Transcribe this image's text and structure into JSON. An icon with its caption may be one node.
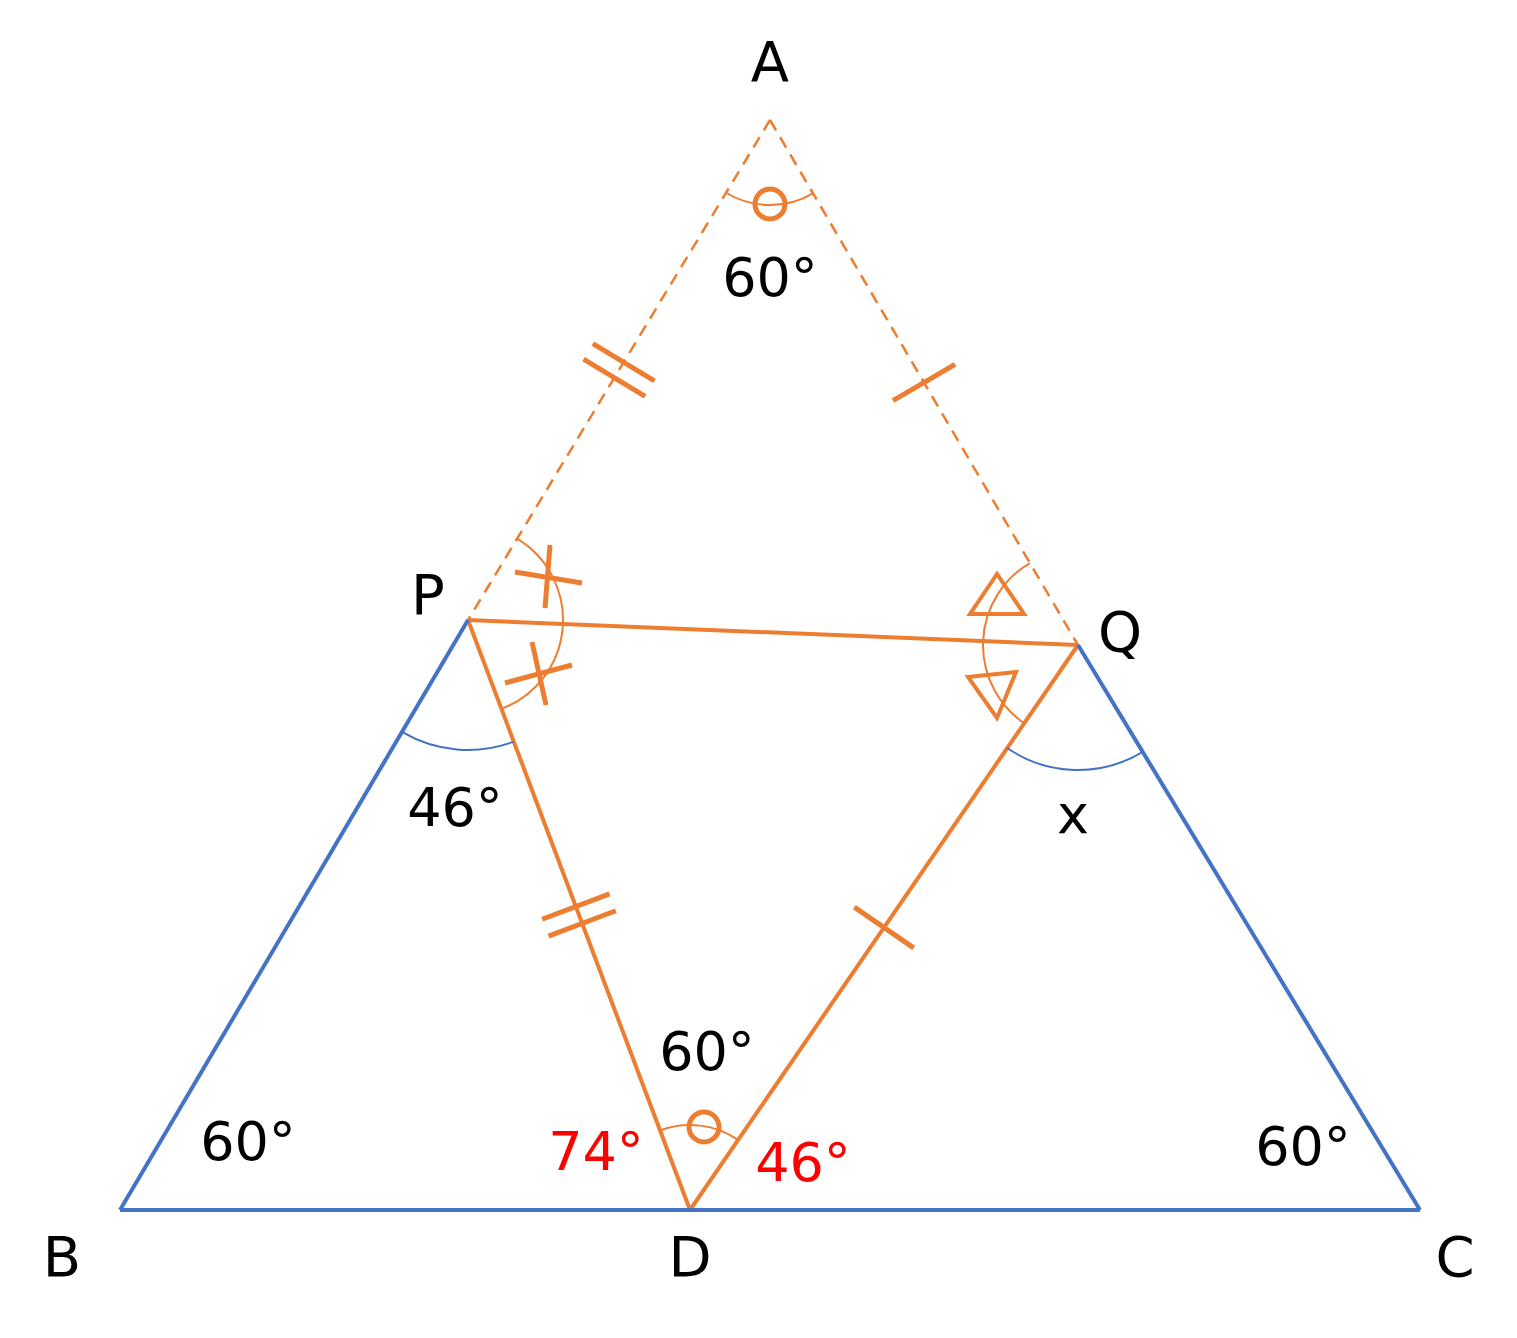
{
  "diagram": {
    "nodes": [
      {
        "text": [
          "A"
        ]
      },
      {
        "text": [
          "P"
        ]
      },
      {
        "text": [
          "Q"
        ]
      },
      {
        "text": [
          "B"
        ]
      },
      {
        "text": [
          "D"
        ]
      },
      {
        "text": [
          "C"
        ]
      }
    ],
    "edges": [
      {
        "from": 0,
        "to": 1,
        "arrow": "none",
        "style": "dashed"
      },
      {
        "from": 0,
        "to": 2,
        "arrow": "none",
        "style": "dashed"
      },
      {
        "from": 1,
        "to": 2,
        "arrow": "none"
      },
      {
        "from": 1,
        "to": 4,
        "arrow": "none"
      },
      {
        "from": 2,
        "to": 4,
        "arrow": "none"
      },
      {
        "from": 1,
        "to": 3,
        "arrow": "none",
        "color": "#4472c4"
      },
      {
        "from": 2,
        "to": 5,
        "arrow": "none",
        "color": "#4472c4"
      },
      {
        "from": 3,
        "to": 4,
        "arrow": "none",
        "color": "#4472c4"
      },
      {
        "from": 4,
        "to": 5,
        "arrow": "none",
        "color": "#4472c4"
      }
    ],
    "labels": [
      "60°",
      "46°",
      "x",
      "60°",
      "60°",
      "74°",
      "46°",
      "60°"
    ]
  }
}
